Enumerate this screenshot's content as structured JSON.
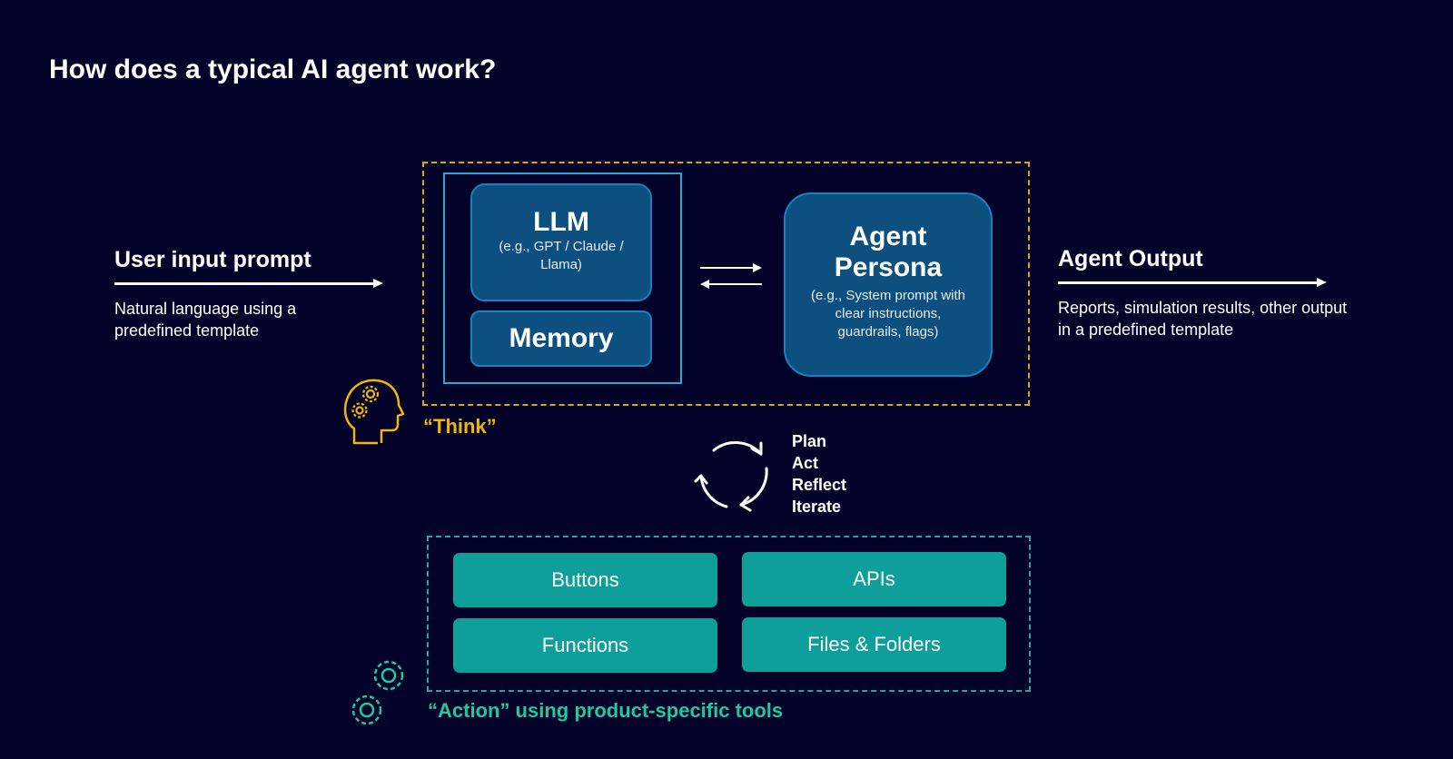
{
  "title": "How does a typical AI agent work?",
  "input": {
    "heading": "User input prompt",
    "description": "Natural language using a predefined template"
  },
  "output": {
    "heading": "Agent Output",
    "description": "Reports, simulation results, other output in a predefined template"
  },
  "llm": {
    "title": "LLM",
    "subtitle": "(e.g., GPT / Claude / Llama)"
  },
  "memory": {
    "title": "Memory"
  },
  "persona": {
    "title": "Agent Persona",
    "subtitle": "(e.g., System prompt with clear instructions, guardrails, flags)"
  },
  "think_label": "“Think”",
  "loop_steps": [
    "Plan",
    "Act",
    "Reflect",
    "Iterate"
  ],
  "tools": [
    "Buttons",
    "APIs",
    "Functions",
    "Files & Folders"
  ],
  "action_label": "“Action” using product-specific tools",
  "icons": {
    "think": "head-gears-icon",
    "loop": "cycle-arrows-icon",
    "action": "gears-icon"
  },
  "colors": {
    "background": "#03032a",
    "think_accent": "#f2b705",
    "action_accent": "#20c9a1",
    "node_fill": "#0d4f7e",
    "tool_fill": "#0e9f9a"
  }
}
